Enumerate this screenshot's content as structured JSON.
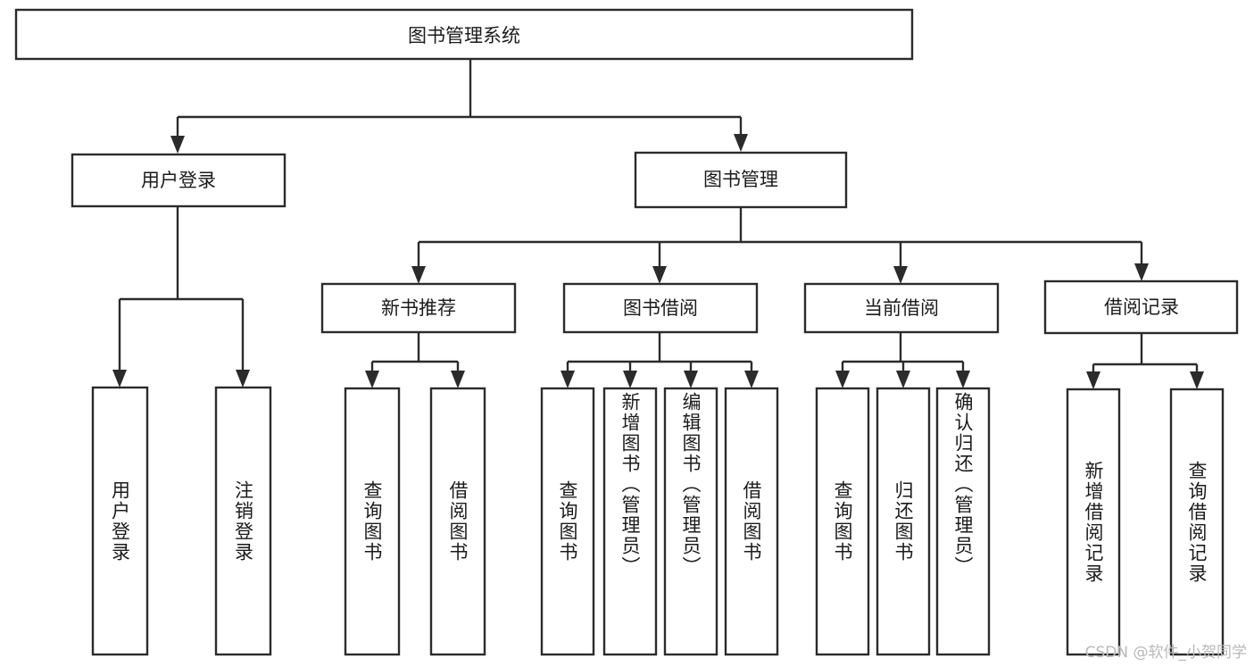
{
  "diagram": {
    "type": "tree-hierarchy",
    "title": "图书管理系统",
    "orientation": "top-down",
    "colors": {
      "stroke": "#2b2b2b",
      "fill": "#ffffff",
      "text": "#1b1b1b",
      "background": "#ffffff",
      "watermark": "#b9b9b9"
    },
    "root": {
      "label": "图书管理系统",
      "level": 0
    },
    "level1": [
      {
        "id": "user-login",
        "label": "用户登录"
      },
      {
        "id": "book-management",
        "label": "图书管理"
      }
    ],
    "level2": [
      {
        "id": "new-book-recommend",
        "label": "新书推荐",
        "parent": "book-management"
      },
      {
        "id": "book-borrow",
        "label": "图书借阅",
        "parent": "book-management"
      },
      {
        "id": "current-borrow",
        "label": "当前借阅",
        "parent": "book-management"
      },
      {
        "id": "borrow-record",
        "label": "借阅记录",
        "parent": "book-management"
      }
    ],
    "leaves": {
      "user-login": [
        {
          "id": "leaf-user-login",
          "label": "用户登录"
        },
        {
          "id": "leaf-user-logout",
          "label": "注销登录"
        }
      ],
      "new-book-recommend": [
        {
          "id": "leaf-query-book-1",
          "label": "查询图书"
        },
        {
          "id": "leaf-borrow-book-1",
          "label": "借阅图书"
        }
      ],
      "book-borrow": [
        {
          "id": "leaf-query-book-2",
          "label": "查询图书"
        },
        {
          "id": "leaf-add-book",
          "label": "新增图书（管理员）"
        },
        {
          "id": "leaf-edit-book",
          "label": "编辑图书（管理员）"
        },
        {
          "id": "leaf-borrow-book-2",
          "label": "借阅图书"
        }
      ],
      "current-borrow": [
        {
          "id": "leaf-query-book-3",
          "label": "查询图书"
        },
        {
          "id": "leaf-return-book",
          "label": "归还图书"
        },
        {
          "id": "leaf-confirm-return",
          "label": "确认归还（管理员）"
        }
      ],
      "borrow-record": [
        {
          "id": "leaf-add-record",
          "label": "新增借阅记录"
        },
        {
          "id": "leaf-query-record",
          "label": "查询借阅记录"
        }
      ]
    }
  },
  "watermark": {
    "text": "CSDN @软件_小贺同学"
  }
}
